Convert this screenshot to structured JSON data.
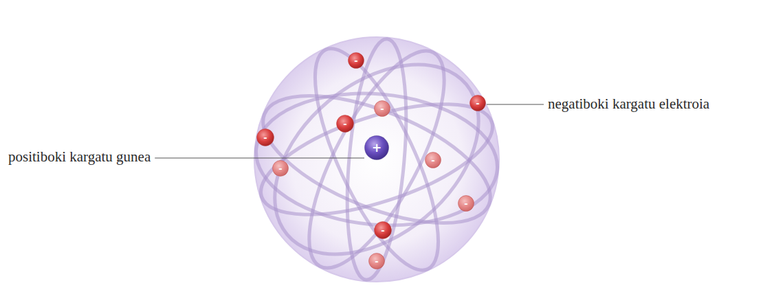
{
  "diagram": {
    "nodes": [
      {
        "text": [
          "-"
        ]
      },
      {
        "text": [
          "-"
        ]
      },
      {
        "text": [
          "-"
        ]
      },
      {
        "text": [
          "-"
        ]
      },
      {
        "text": [
          "-"
        ]
      },
      {
        "text": [
          "+"
        ]
      },
      {
        "text": [
          "-"
        ]
      },
      {
        "text": [
          "-"
        ]
      },
      {
        "text": [
          "-"
        ]
      },
      {
        "text": [
          "-"
        ]
      },
      {
        "text": [
          "-"
        ]
      }
    ],
    "labels": [
      "positiboki kargatu gunea",
      "negatiboki kargatu elektroia"
    ]
  }
}
